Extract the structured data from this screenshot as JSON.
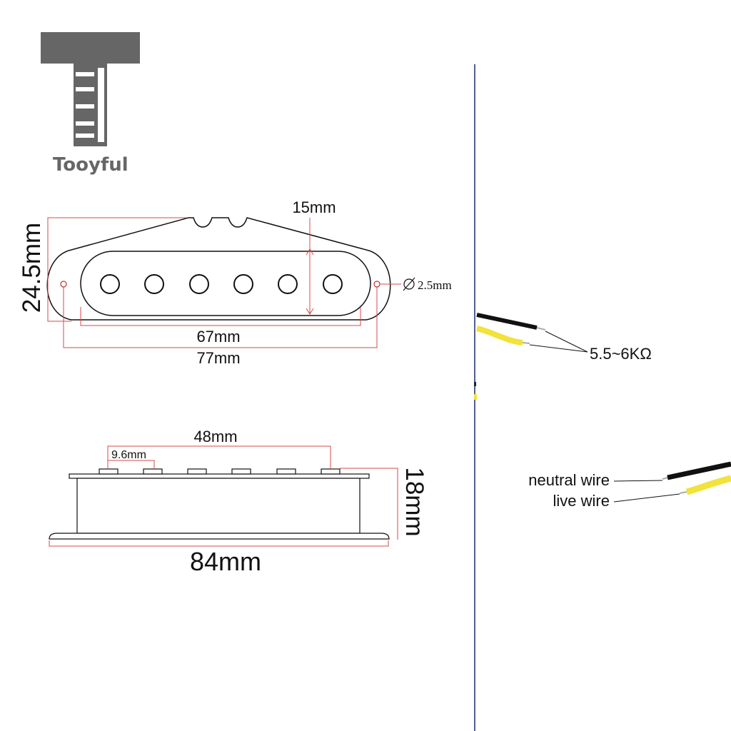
{
  "brand": {
    "name": "Tooyful",
    "logo_dark": "#666666",
    "logo_light": "#ffffff"
  },
  "top_view": {
    "height_dim": "24.5mm",
    "pole_to_edge_dim": "15mm",
    "hole_dim": "2.5mm",
    "inner_width_dim": "67mm",
    "outer_width_dim": "77mm",
    "pole_count": 6
  },
  "side_view": {
    "pole_span_dim": "48mm",
    "pole_width_dim": "9.6mm",
    "height_dim": "18mm",
    "base_width_dim": "84mm"
  },
  "wires": {
    "resistance": "5.5~6KΩ",
    "neutral_label": "neutral wire",
    "live_label": "live wire",
    "neutral_color": "#111111",
    "live_color": "#f2e23a"
  },
  "colors": {
    "dimension": "#d84848",
    "outline": "#111111",
    "divider": "#1a2a6e"
  }
}
